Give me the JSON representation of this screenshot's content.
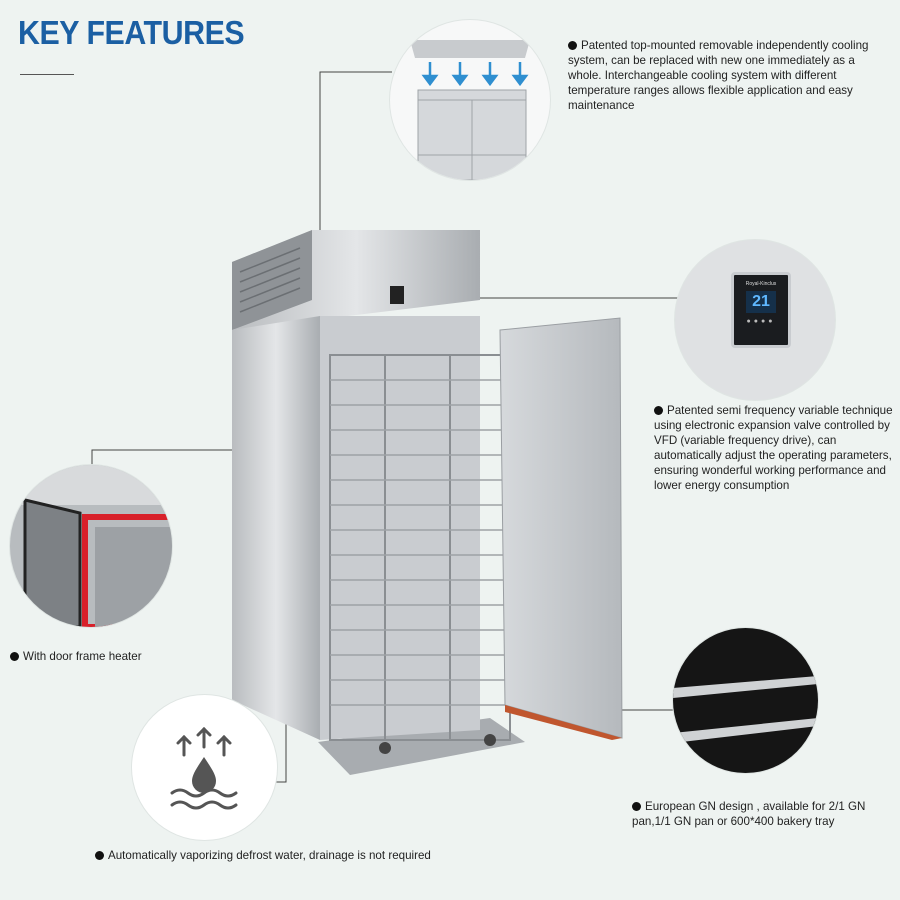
{
  "title": "KEY FEATURES",
  "features": [
    {
      "text": "Patented top-mounted removable independently cooling system, can be replaced with new one immediately as a whole. Interchangeable cooling system with different temperature ranges allows flexible application and easy maintenance"
    },
    {
      "text": "Patented semi frequency variable technique using electronic expansion valve controlled by VFD (variable frequency drive), can automatically adjust the operating parameters, ensuring wonderful working performance and lower energy consumption"
    },
    {
      "text": "With door frame heater"
    },
    {
      "text": "Automatically vaporizing defrost water, drainage is not required"
    },
    {
      "text": "European GN design , available for 2/1 GN pan,1/1 GN pan or 600*400 bakery tray"
    }
  ],
  "controller": {
    "brand": "Royal-Kinclus",
    "display": "21"
  },
  "colors": {
    "title": "#1b5fa3",
    "arrow": "#2f8fd0",
    "heater": "#d8202a"
  }
}
